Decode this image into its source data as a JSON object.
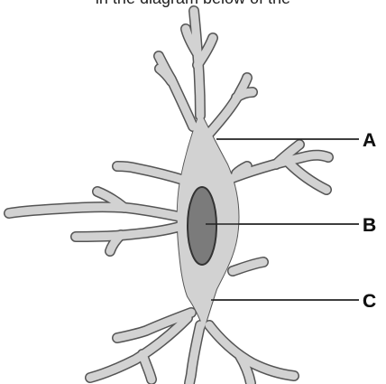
{
  "header": {
    "partial_text": "in the diagram below of the"
  },
  "diagram": {
    "subject": "cell with branching extensions",
    "labels": {
      "a": "A",
      "b": "B",
      "c": "C"
    },
    "colors": {
      "cell_fill": "#d2d2d2",
      "cell_outline": "#555555",
      "nucleus_fill": "#7b7b7b",
      "nucleus_outline": "#333333",
      "label_line": "#222222",
      "label_text": "#111111"
    }
  }
}
